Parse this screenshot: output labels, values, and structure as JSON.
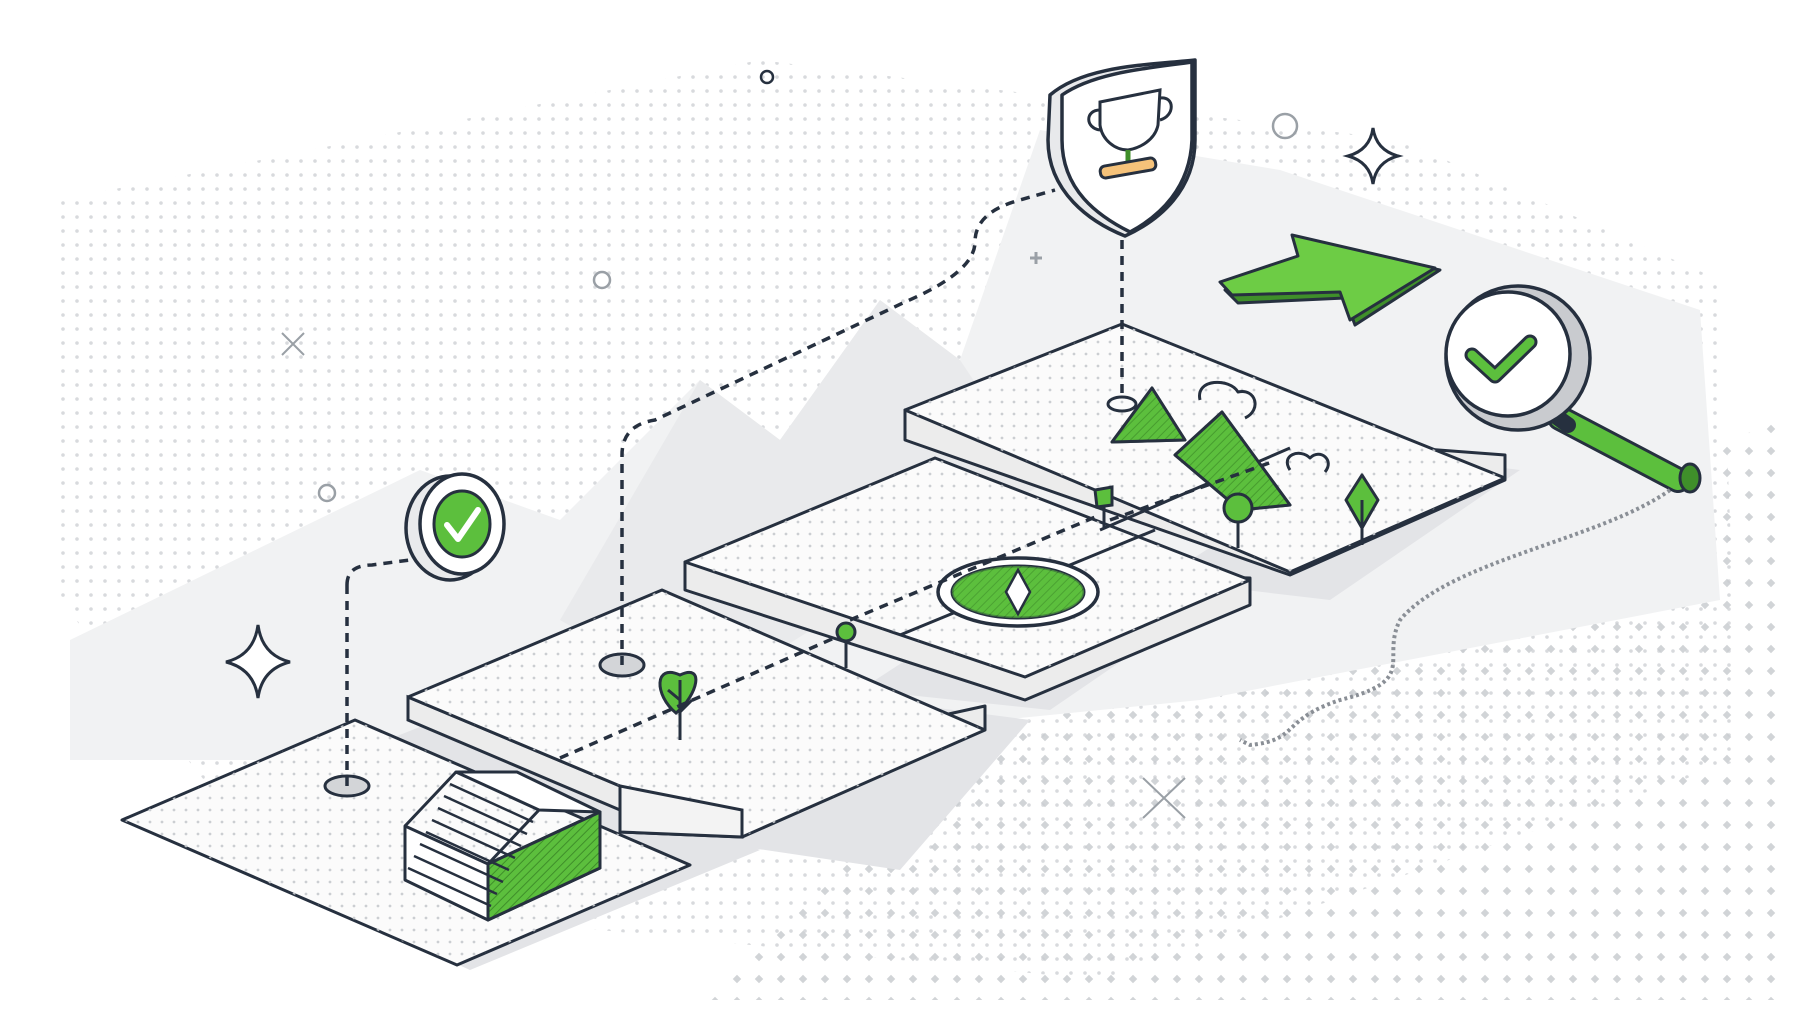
{
  "illustration": {
    "kind": "isometric progress path",
    "steps": [
      {
        "name": "stairs-step"
      },
      {
        "name": "leaf-step"
      },
      {
        "name": "compass-step"
      },
      {
        "name": "mountains-step"
      }
    ],
    "icons": [
      "check-badge-icon",
      "trophy-shield-icon",
      "arrow-icon",
      "magnifier-check-icon",
      "sparkle-icon",
      "tree-icon",
      "flag-icon"
    ]
  },
  "colors": {
    "outline": "#26303f",
    "accent_green": "#5cbf3d",
    "dark_green": "#3f8f2a",
    "light_green": "#9fdc7a",
    "slab_top": "#fbfbfb",
    "slab_side": "#ececec",
    "shadow": "#e2e3e6",
    "dots": "#cfd1d4",
    "trophy_bar": "#f5c27a"
  }
}
